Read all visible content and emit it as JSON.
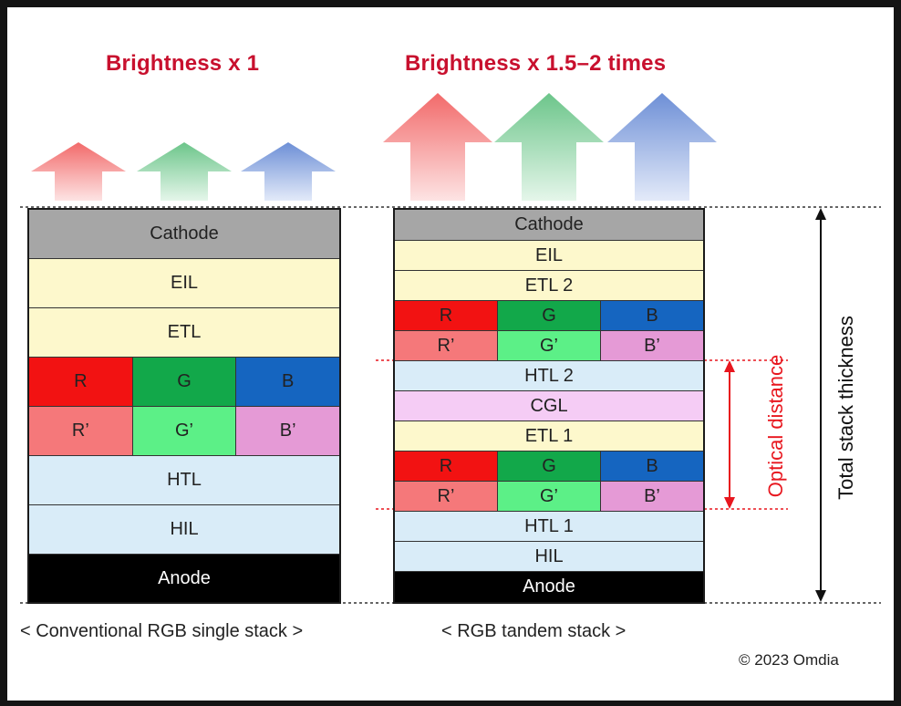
{
  "headings": {
    "left": "Brightness x 1",
    "right": "Brightness x 1.5–2 times"
  },
  "colors": {
    "heading": "#c8102e",
    "cathode": "#a6a6a6",
    "transport": "#fdf8cc",
    "htl": "#d9ecf8",
    "cgl": "#f5ccf5",
    "anode": "#000000",
    "R": "#f21212",
    "G": "#12a84a",
    "B": "#1565c0",
    "R_prime": "#f5787a",
    "G_prime": "#5cf087",
    "B_prime": "#e59ad6",
    "optical": "#e8161e"
  },
  "single_stack": {
    "cathode": "Cathode",
    "eil": "EIL",
    "etl": "ETL",
    "emitters": [
      "R",
      "G",
      "B"
    ],
    "emitters_prime": [
      "R’",
      "G’",
      "B’"
    ],
    "htl": "HTL",
    "hil": "HIL",
    "anode": "Anode",
    "caption": "< Conventional RGB single stack >"
  },
  "tandem_stack": {
    "cathode": "Cathode",
    "eil": "EIL",
    "etl2": "ETL 2",
    "emitters_top": [
      "R",
      "G",
      "B"
    ],
    "emitters_top_prime": [
      "R’",
      "G’",
      "B’"
    ],
    "htl2": "HTL 2",
    "cgl": "CGL",
    "etl1": "ETL 1",
    "emitters_bottom": [
      "R",
      "G",
      "B"
    ],
    "emitters_bottom_prime": [
      "R’",
      "G’",
      "B’"
    ],
    "htl1": "HTL 1",
    "hil": "HIL",
    "anode": "Anode",
    "caption": "< RGB tandem stack >"
  },
  "annotations": {
    "optical_distance": "Optical distance",
    "total_thickness": "Total stack thickness"
  },
  "copyright": "© 2023 Omdia"
}
